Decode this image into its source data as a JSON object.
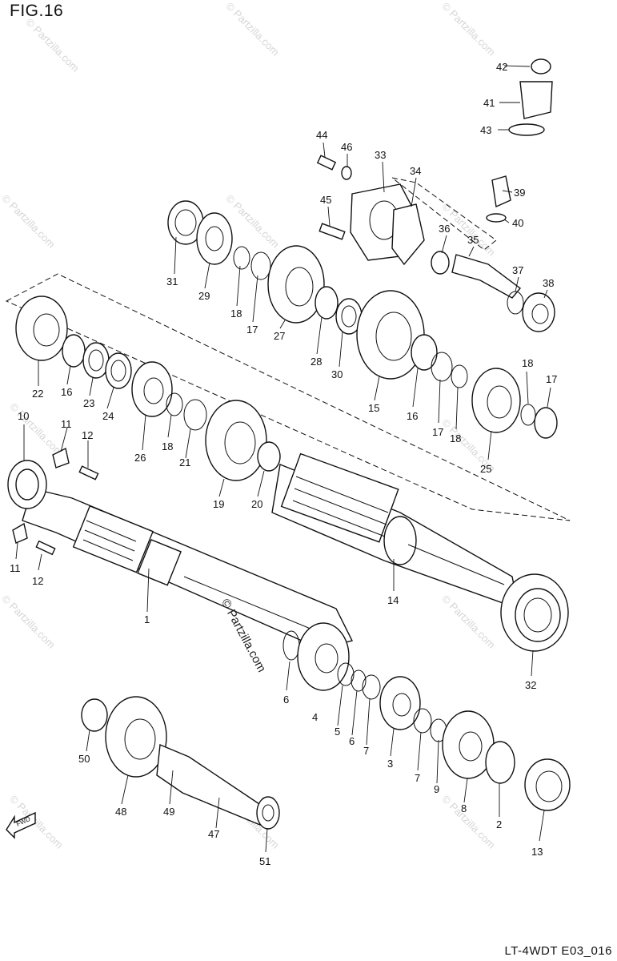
{
  "figure_title": "FIG.16",
  "diagram_code": "LT-4WDT E03_016",
  "watermark": "© Partzilla.com",
  "fwd_label": "FWD",
  "callouts": [
    "1",
    "2",
    "3",
    "4",
    "5",
    "6",
    "7",
    "8",
    "9",
    "10",
    "11",
    "12",
    "13",
    "14",
    "15",
    "16",
    "17",
    "18",
    "19",
    "20",
    "21",
    "22",
    "23",
    "24",
    "25",
    "26",
    "27",
    "28",
    "29",
    "30",
    "31",
    "32",
    "33",
    "34",
    "35",
    "36",
    "37",
    "38",
    "39",
    "40",
    "41",
    "42",
    "43",
    "44",
    "45",
    "46",
    "47",
    "48",
    "49",
    "50",
    "51"
  ]
}
